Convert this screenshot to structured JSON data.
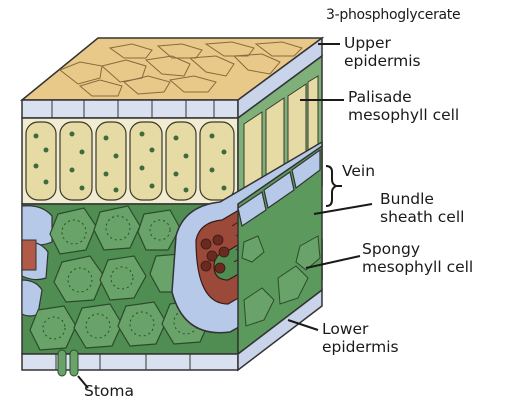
{
  "caption_top": "3-phosphoglycerate",
  "labels": {
    "upper_epidermis": [
      "Upper",
      "epidermis"
    ],
    "palisade": [
      "Palisade",
      "mesophyll cell"
    ],
    "vein": "Vein",
    "bundle_sheath": [
      "Bundle",
      "sheath cell"
    ],
    "spongy": [
      "Spongy",
      "mesophyll cell"
    ],
    "lower_epidermis": [
      "Lower",
      "epidermis"
    ],
    "stoma": "Stoma"
  },
  "colors": {
    "top_surface": "#e8c98a",
    "epidermis": "#d9e1f0",
    "palisade": "#e6dba4",
    "spongy": "#6aa36a",
    "vein_xylem": "#9b4a3a",
    "sheath": "#b7c9e8",
    "label_line": "#1a1a1a"
  }
}
